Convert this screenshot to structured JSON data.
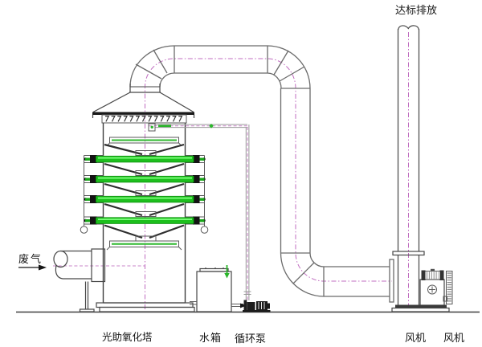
{
  "labels": {
    "emission_outlet": "达标排放",
    "waste_gas_inlet": "废气",
    "oxidation_tower": "光助氧化塔",
    "water_tank": "水箱",
    "circulation_pump": "循环泵",
    "fan_left": "风机",
    "fan_right": "风机"
  },
  "icons": {
    "waste_gas_flow_arrow": "right-arrow",
    "tank_inflow_arrow": "down-arrow"
  },
  "colors": {
    "line": "#474747",
    "uv_lamp_green": "#1dbf1d",
    "tray_green": "#2eb82e",
    "flow_centerline_magenta": "#c884c8",
    "background": "#ffffff"
  },
  "structure": {
    "uv_lamp_rows": 4,
    "spray_trays": 2,
    "demister_chevrons": 13
  }
}
